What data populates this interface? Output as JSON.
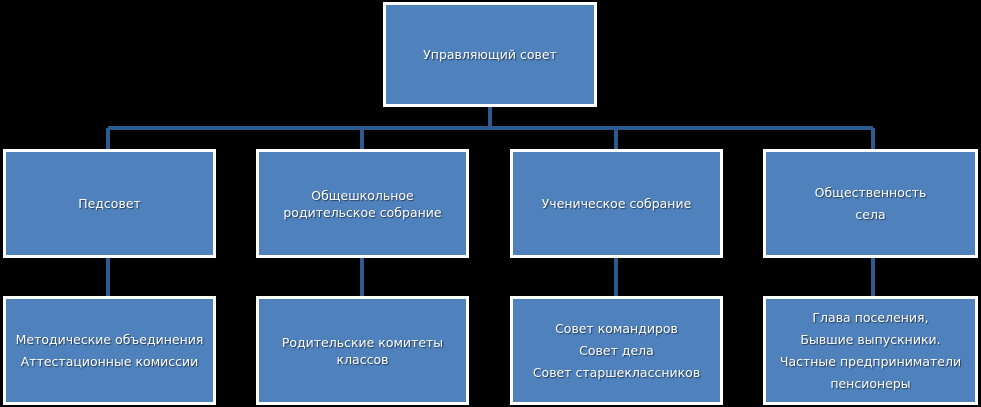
{
  "colors": {
    "background": "#000000",
    "box_fill": "#4f81bd",
    "box_border": "#ffffff",
    "connector": "#2e5b8f",
    "text": "#ffffff"
  },
  "root": {
    "lines": [
      "Управляющий совет"
    ]
  },
  "level1": [
    {
      "lines": [
        "Педсовет"
      ]
    },
    {
      "lines": [
        "Общешкольное",
        "родительское собрание"
      ]
    },
    {
      "lines": [
        "Ученическое собрание"
      ]
    },
    {
      "lines": [
        "Общественность",
        "села"
      ]
    }
  ],
  "level2": [
    {
      "lines": [
        "Методические объединения",
        "Аттестационные комиссии"
      ]
    },
    {
      "lines": [
        "Родительские комитеты",
        "классов"
      ]
    },
    {
      "lines": [
        "Совет командиров",
        "Совет дела",
        "Совет старшеклассников"
      ]
    },
    {
      "lines": [
        "Глава поселения,",
        "Бывшие выпускники.",
        "Частные предприниматели",
        "пенсионеры"
      ]
    }
  ]
}
